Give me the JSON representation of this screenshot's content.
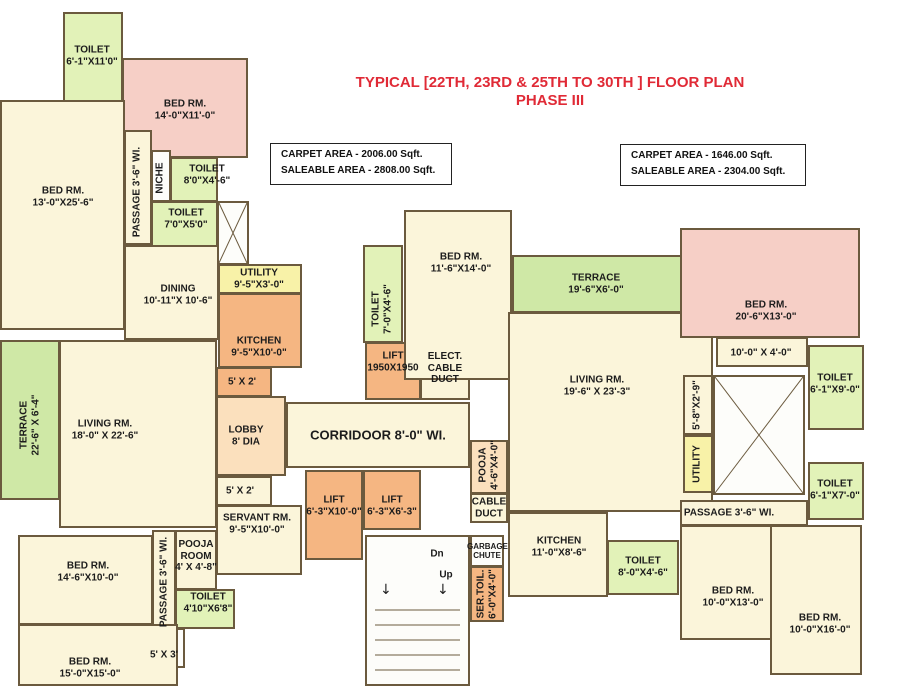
{
  "title": {
    "line1": "TYPICAL [22TH, 23RD & 25TH TO 30TH ] FLOOR PLAN",
    "line2": "PHASE III"
  },
  "area_left": {
    "carpet": "CARPET AREA    - 2006.00 Sqft.",
    "saleable": "SALEABLE AREA - 2808.00 Sqft."
  },
  "area_right": {
    "carpet": "CARPET AREA     - 1646.00 Sqft.",
    "saleable": "SALEABLE AREA - 2304.00 Sqft."
  },
  "rooms": {
    "toilet_top": {
      "name": "TOILET",
      "size": "6'-1\"X11'0\""
    },
    "bed_top": {
      "name": "BED RM.",
      "size": "14'-0\"X11'-0\""
    },
    "bed_left": {
      "name": "BED RM.",
      "size": "13'-0\"X25'-6\""
    },
    "passage_left_top": {
      "name": "PASSAGE 3'-6\" WI."
    },
    "niche": {
      "name": "NICHE"
    },
    "toilet_small": {
      "name": "TOILET",
      "size": "8'0\"X4'-6\""
    },
    "toilet_mid": {
      "name": "TOILET",
      "size": "7'0\"X5'0\""
    },
    "dining": {
      "name": "DINING",
      "size": "10'-11\"X 10'-6\""
    },
    "utility_left": {
      "name": "UTILITY",
      "size": "9'-5\"X3'-0\""
    },
    "kitchen_left": {
      "name": "KITCHEN",
      "size": "9'-5\"X10'-0\""
    },
    "terrace_left": {
      "name": "TERRACE",
      "size": "22'-6\" X 6'-4\""
    },
    "living_left": {
      "name": "LIVING RM.",
      "size": "18'-0\" X 22'-6\""
    },
    "dim_5x2_top": {
      "name": "5' X 2'"
    },
    "lobby": {
      "name": "LOBBY",
      "size": "8' DIA"
    },
    "dim_5x2_bottom": {
      "name": "5' X 2'"
    },
    "servant": {
      "name": "SERVANT RM.",
      "size": "9'-5\"X10'-0\""
    },
    "bed_left_bottom": {
      "name": "BED RM.",
      "size": "14'-6\"X10'-0\""
    },
    "passage_left_bottom": {
      "name": "PASSAGE 3'-6\" WI."
    },
    "pooja_room": {
      "name": "POOJA ROOM",
      "size": "4' X 4'-8\""
    },
    "toilet_bottom": {
      "name": "TOILET",
      "size": "4'10\"X6'8\""
    },
    "dim_5x3": {
      "name": "5' X 3'"
    },
    "bed_bottom": {
      "name": "BED RM.",
      "size": "15'-0\"X15'-0\""
    },
    "toilet_vert": {
      "name": "TOILET",
      "size": "7'-0\"X4'-6\""
    },
    "bed_center": {
      "name": "BED RM.",
      "size": "11'-6\"X14'-0\""
    },
    "lift_main": {
      "name": "LIFT",
      "size": "1950X1950"
    },
    "elect_duct": {
      "name": "ELECT. CABLE DUCT"
    },
    "corridor": {
      "name": "CORRIDOOR 8'-0\" WI."
    },
    "lift_a": {
      "name": "LIFT",
      "size": "6'-3\"X10'-0\""
    },
    "lift_b": {
      "name": "LIFT",
      "size": "6'-3\"X6'-3\""
    },
    "stair_dn": {
      "name": "Dn"
    },
    "stair_up": {
      "name": "Up"
    },
    "pooja_right": {
      "name": "POOJA",
      "size": "4'-6\"X4'-0\""
    },
    "cable_duct": {
      "name": "CABLE DUCT"
    },
    "garbage": {
      "name": "GARBAGE CHUTE"
    },
    "ser_toilet": {
      "name": "SER.TOIL.",
      "size": "6'-0\"X4'-0\""
    },
    "terrace_right": {
      "name": "TERRACE",
      "size": "19'-6\"X6'-0\""
    },
    "living_right": {
      "name": "LIVING RM.",
      "size": "19'-6\" X 23'-3\""
    },
    "kitchen_right": {
      "name": "KITCHEN",
      "size": "11'-0\"X8'-6\""
    },
    "toilet_kitchen": {
      "name": "TOILET",
      "size": "8'-0\"X4'-6\""
    },
    "bed_master": {
      "name": "BED RM.",
      "size": "20'-6\"X13'-0\""
    },
    "dim_10x4": {
      "name": "10'-0\" X 4'-0\""
    },
    "toilet_right_top": {
      "name": "TOILET",
      "size": "6'-1\"X9'-0\""
    },
    "dim_5x2_9": {
      "name": "5'-8\"X2'-9\""
    },
    "utility_right": {
      "name": "UTILITY"
    },
    "toilet_right_mid": {
      "name": "TOILET",
      "size": "6'-1\"X7'-0\""
    },
    "passage_right": {
      "name": "PASSAGE 3'-6\" WI."
    },
    "bed_right_a": {
      "name": "BED RM.",
      "size": "10'-0\"X13'-0\""
    },
    "bed_right_b": {
      "name": "BED RM.",
      "size": "10'-0\"X16'-0\""
    }
  },
  "colors": {
    "title": "#e02a36",
    "wall": "#6b5a3e"
  }
}
